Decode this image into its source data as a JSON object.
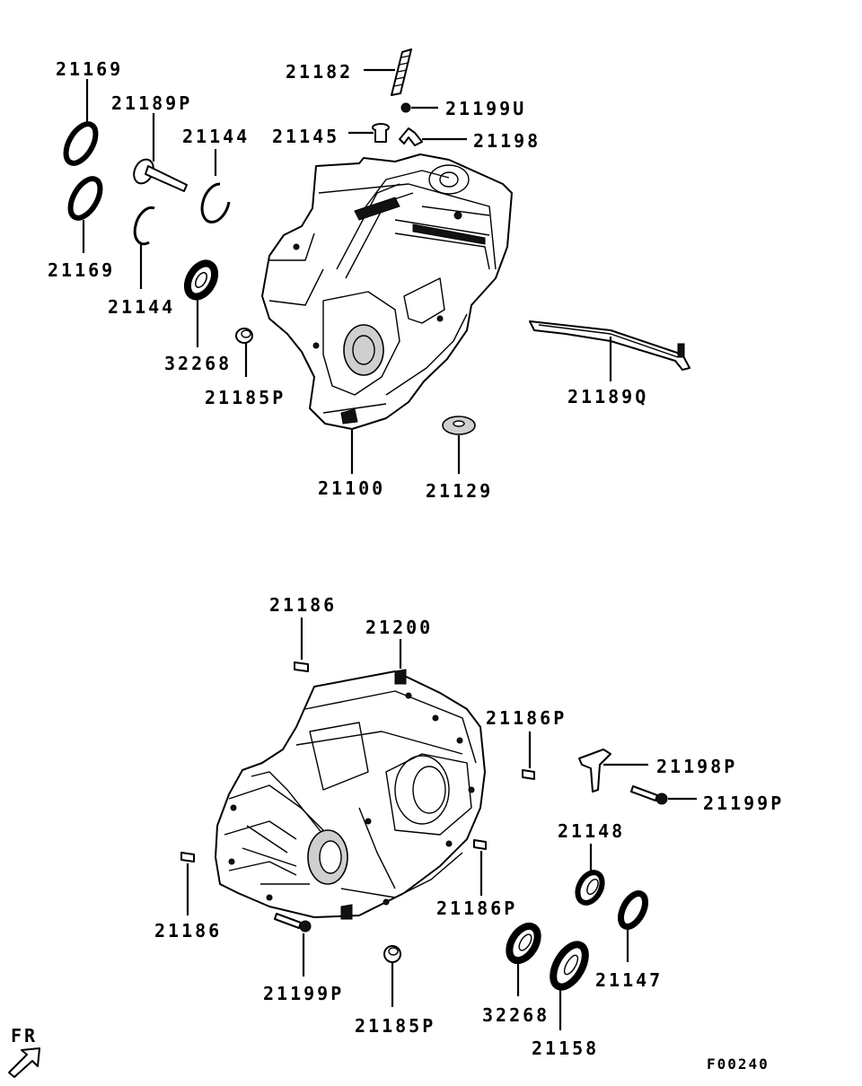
{
  "diagram_code": "F00240",
  "direction_label": "FR",
  "upper_assembly": {
    "labels": {
      "seal_ring_top": "21169",
      "seal_ring_bottom": "21169",
      "shaft": "21189P",
      "snap_ring_right": "21144",
      "snap_ring_left": "21144",
      "oil_seal": "32268",
      "plug": "21185P",
      "stud_bolt": "21182",
      "nut": "21199U",
      "vent": "21145",
      "bracket": "21198",
      "case": "21100",
      "guide": "21189Q",
      "washer": "21129"
    }
  },
  "lower_assembly": {
    "labels": {
      "dowel_top": "21186",
      "plug_top": "21200",
      "dowel_p_right": "21186P",
      "bracket_p": "21198P",
      "bolt_right": "21199P",
      "bearing": "21148",
      "dowel_left": "21186",
      "dowel_p_center": "21186P",
      "seal_ring": "21147",
      "bolt_bottom": "21199P",
      "plug_bottom": "21185P",
      "oil_seal": "32268",
      "oil_seal_large": "21158"
    }
  }
}
